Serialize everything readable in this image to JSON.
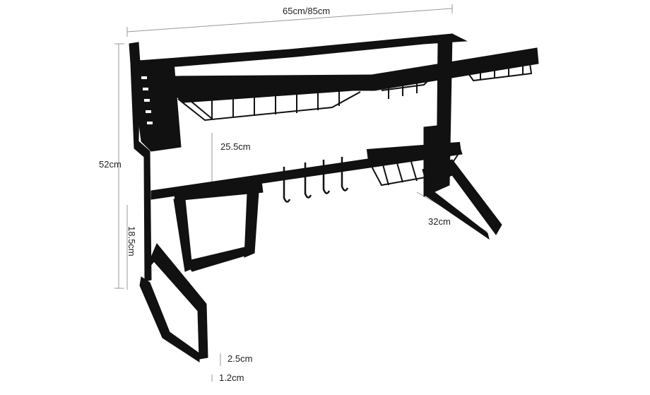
{
  "product": {
    "description_colors": {
      "frame": "#111111",
      "dimension_line": "#9a9a9a",
      "background": "#ffffff"
    }
  },
  "dimensions": {
    "width": "65cm/85cm",
    "height_total": "52cm",
    "shelf_gap": "25.5cm",
    "lower_height": "18.5cm",
    "depth": "32cm",
    "foot_height": "2.5cm",
    "foot_width": "1.2cm"
  }
}
